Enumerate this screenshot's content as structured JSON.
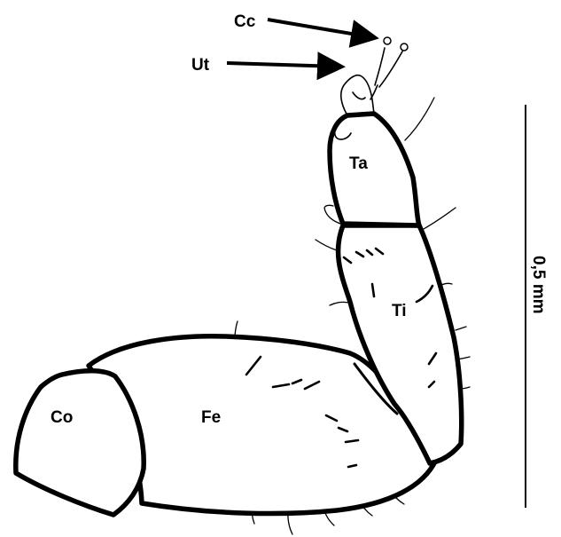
{
  "labels": {
    "coxa": "Co",
    "femur": "Fe",
    "tibia": "Ti",
    "tarsus": "Ta",
    "unguitractor": "Ut",
    "claw": "Cc"
  },
  "scale_bar": {
    "label": "0,5 mm"
  },
  "colors": {
    "ink": "#000000",
    "paper": "#ffffff"
  }
}
